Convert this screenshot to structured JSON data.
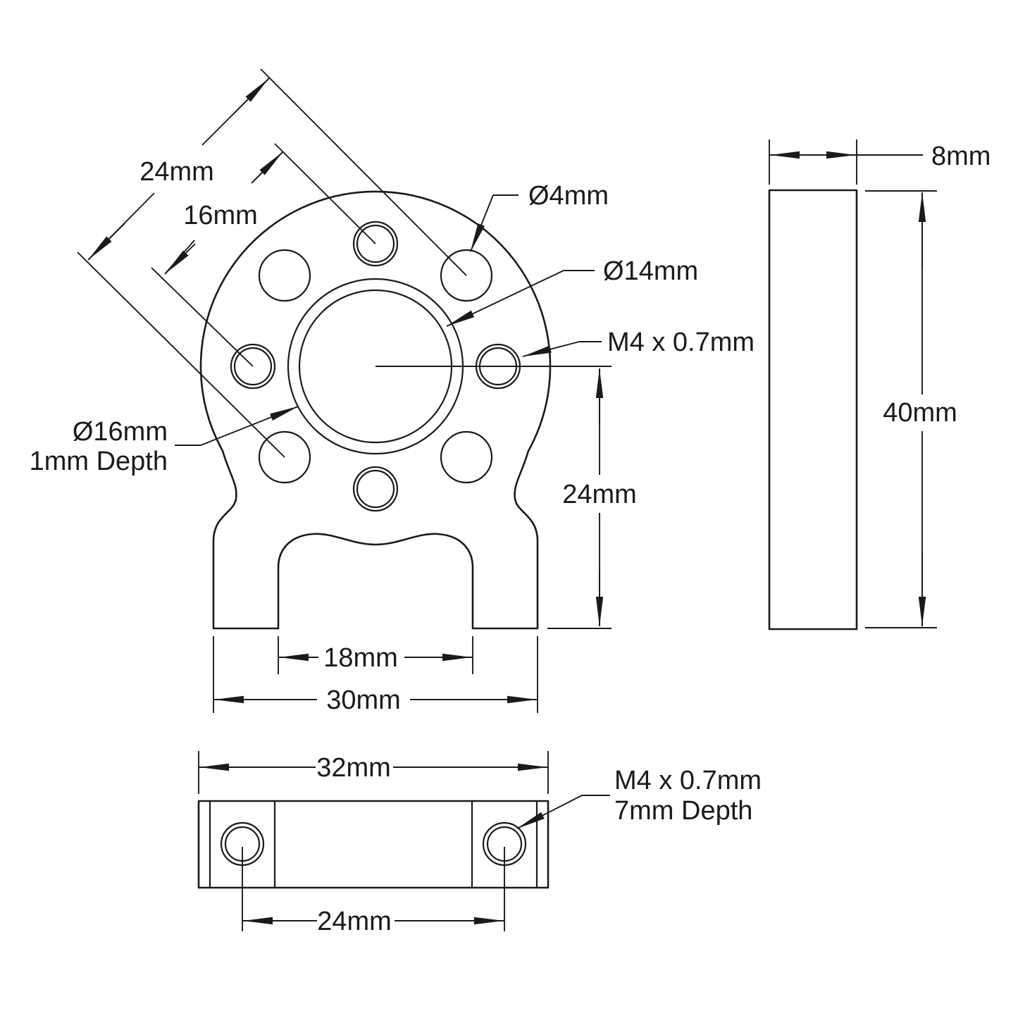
{
  "drawing": {
    "background": "#ffffff",
    "line_color": "#1a1a1a",
    "views": {
      "front": {
        "labels": {
          "bolt_circle_outer": "24mm",
          "bolt_circle_inner": "16mm",
          "through_hole": "Ø4mm",
          "bore": "Ø14mm",
          "tapped_hole": "M4 x 0.7mm",
          "recess_line1": "Ø16mm",
          "recess_line2": "1mm Depth",
          "center_height": "24mm",
          "slot_width": "18mm",
          "base_width": "30mm"
        }
      },
      "side": {
        "labels": {
          "thickness": "8mm",
          "height": "40mm"
        }
      },
      "bottom": {
        "labels": {
          "width": "32mm",
          "tap_line1": "M4 x 0.7mm",
          "tap_line2": "7mm Depth",
          "hole_spacing": "24mm"
        }
      }
    }
  }
}
